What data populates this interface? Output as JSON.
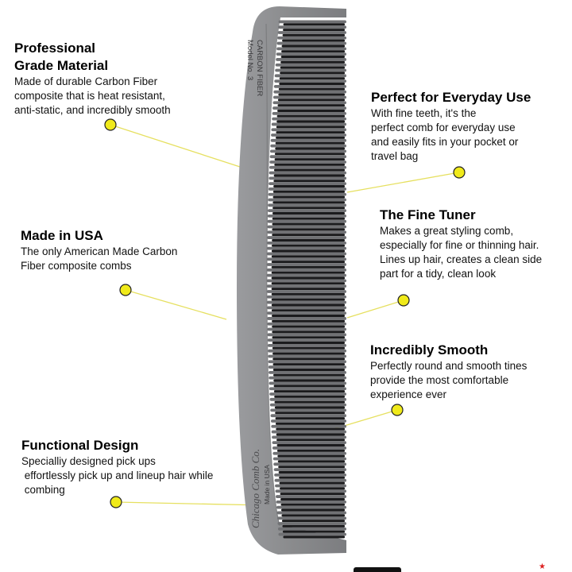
{
  "features": [
    {
      "title": "Professional\nGrade Material",
      "body": "Made of durable Carbon Fiber\ncomposite that is heat resistant,\nanti-static, and incredibly smooth"
    },
    {
      "title": "Perfect for Everyday Use",
      "body": "With fine teeth, it's the\nperfect comb for everyday use\nand easily fits in your pocket or\ntravel bag"
    },
    {
      "title": "Made in USA",
      "body": "The only American Made Carbon\nFiber composite combs"
    },
    {
      "title": "The Fine Tuner",
      "body": "Makes a great styling comb,\nespecially for fine or thinning hair.\nLines up hair, creates a clean side\npart for a tidy, clean look"
    },
    {
      "title": "Incredibly Smooth",
      "body": "Perfectly round and smooth tines\nprovide the most comfortable\nexperience ever"
    },
    {
      "title": "Functional Design",
      "body": "Specialliy designed pick ups\n effortlessly pick up and lineup hair while\n combing"
    }
  ],
  "comb": {
    "model_text": "Model No. 3",
    "material_text": "CARBON FIBER",
    "brand_text": "Chicago Comb Co.",
    "origin_text": "Made in USA",
    "body_color": "#8a8b8d",
    "tooth_color": "#707174"
  },
  "colors": {
    "marker_fill": "#f0ea1a",
    "marker_stroke": "#222222",
    "leader_line": "#e6e060"
  }
}
